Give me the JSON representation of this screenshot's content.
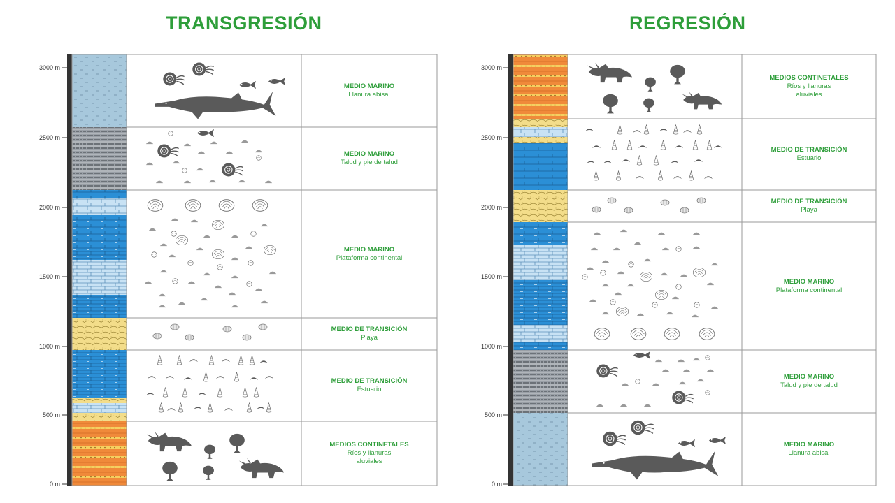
{
  "panels": [
    {
      "title": "TRANSGRESIÓN",
      "axis_labels": [
        "3000 m",
        "2500 m",
        "2000 m",
        "1500 m",
        "1000 m",
        "500 m",
        "0 m"
      ],
      "environments": [
        {
          "name": "MEDIO MARINO",
          "detail": "Llanura abisal"
        },
        {
          "name": "MEDIO MARINO",
          "detail": "Talud y pie de talud"
        },
        {
          "name": "MEDIO MARINO",
          "detail": "Plataforma continental"
        },
        {
          "name": "MEDIO DE TRANSICIÓN",
          "detail": "Playa"
        },
        {
          "name": "MEDIO DE TRANSICIÓN",
          "detail": "Estuario"
        },
        {
          "name": "MEDIOS CONTINETALES",
          "detail": "Ríos y llanuras aluviales"
        }
      ]
    },
    {
      "title": "REGRESIÓN",
      "axis_labels": [
        "3000 m",
        "2500 m",
        "2000 m",
        "1500 m",
        "1000 m",
        "500 m",
        "0 m"
      ],
      "environments": [
        {
          "name": "MEDIOS CONTINETALES",
          "detail": "Ríos y llanuras aluviales"
        },
        {
          "name": "MEDIO DE TRANSICIÓN",
          "detail": "Estuario"
        },
        {
          "name": "MEDIO DE TRANSICIÓN",
          "detail": "Playa"
        },
        {
          "name": "MEDIO MARINO",
          "detail": "Plataforma continental"
        },
        {
          "name": "MEDIO MARINO",
          "detail": "Talud y pie de talud"
        },
        {
          "name": "MEDIO MARINO",
          "detail": "Llanura abisal"
        }
      ]
    }
  ],
  "colors": {
    "title_green": "#2e9e3a",
    "abyssal": "#a7c8dc",
    "shale_grey": "#8f959c",
    "limestone_blue": "#2b8fd6",
    "limestone_light": "#c8e2f4",
    "sand_yellow": "#f3dd8a",
    "conglomerate_orange": "#f08a3a",
    "fossil_grey": "#5a5a5a"
  },
  "icons": [
    "ammonite-icon",
    "fish-icon",
    "ichthyosaur-icon",
    "triceratops-icon",
    "tree-icon",
    "shell-icon",
    "gastropod-icon",
    "coral-icon"
  ]
}
